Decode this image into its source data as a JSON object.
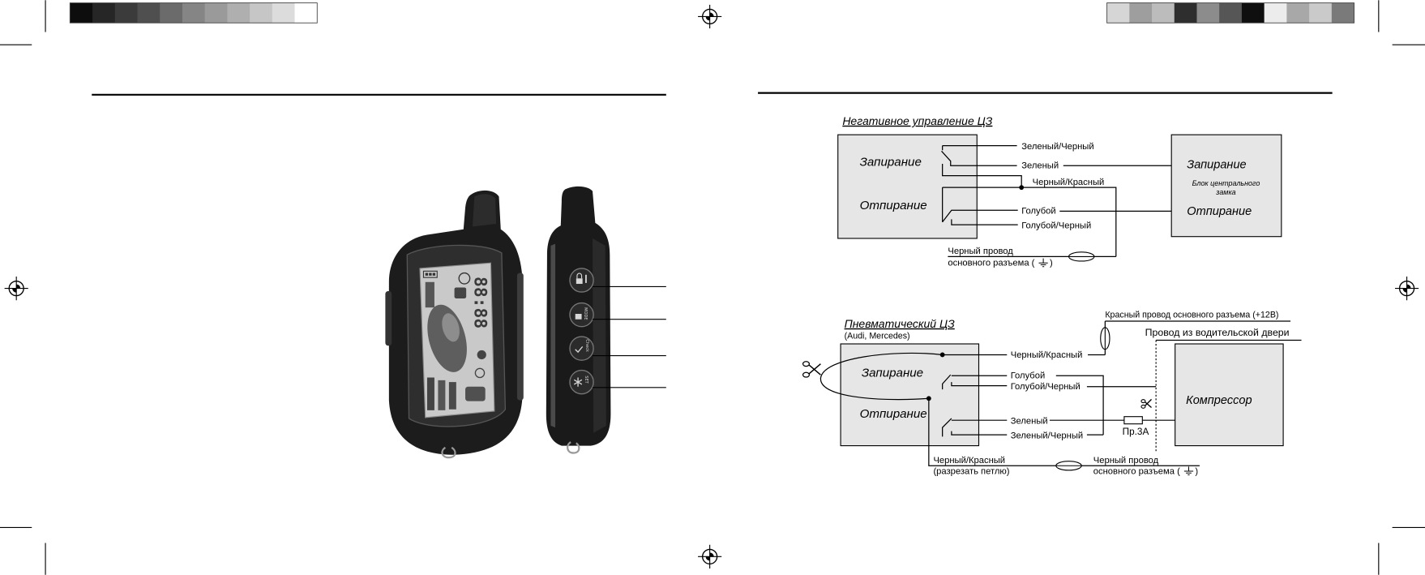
{
  "color_bars": {
    "left": [
      "#0d0d0d",
      "#262626",
      "#3b3b3b",
      "#4f4f4f",
      "#6b6b6b",
      "#858585",
      "#9a9a9a",
      "#afafaf",
      "#c6c6c6",
      "#dcdcdc",
      "#ffffff"
    ],
    "right": [
      "#d6d6d6",
      "#9e9e9e",
      "#bcbcbc",
      "#2e2e2e",
      "#8c8c8c",
      "#565656",
      "#0f0f0f",
      "#ececec",
      "#a8a8a8",
      "#cacaca",
      "#7a7a7a"
    ]
  },
  "remote": {
    "lcd_digits": "88:88",
    "button_labels": {
      "mode": "MODE",
      "check": "Check",
      "set": "SET"
    },
    "button_icons": [
      "lock-icon",
      "unlock-icon",
      "check-icon",
      "asterisk-icon"
    ]
  },
  "negative_diagram": {
    "title": "Негативное управление ЦЗ",
    "relay_box": {
      "lock": "Запирание",
      "unlock": "Отпирание"
    },
    "wires": {
      "green_black": "Зеленый/Черный",
      "green": "Зеленый",
      "black_red": "Черный/Красный",
      "blue": "Голубой",
      "blue_black": "Голубой/Черный"
    },
    "central_lock_unit": {
      "lock": "Запирание",
      "name_line1": "Блок центрального",
      "name_line2": "замка",
      "unlock": "Отпирание"
    },
    "ground": {
      "line1": "Черный провод",
      "line2_prefix": "основного разъема (",
      "line2_suffix": ")"
    }
  },
  "pneumatic_diagram": {
    "title": "Пневматический ЦЗ",
    "subtitle": "(Audi, Mercedes)",
    "power_wire": "Красный провод основного разъема (+12В)",
    "door_wire": "Провод из водительской двери",
    "relay_box": {
      "lock": "Запирание",
      "unlock": "Отпирание"
    },
    "wires": {
      "black_red": "Черный/Красный",
      "blue": "Голубой",
      "blue_black": "Голубой/Черный",
      "green": "Зеленый",
      "green_black": "Зеленый/Черный"
    },
    "compressor": "Компрессор",
    "fuse": "Пр.3А",
    "loop": {
      "line1": "Черный/Красный",
      "line2": "(разрезать петлю)"
    },
    "ground": {
      "line1": "Черный провод",
      "line2_prefix": "основного разъема (",
      "line2_suffix": ")"
    },
    "icons": [
      "scissors-icon",
      "fuse-icon",
      "ground-icon"
    ]
  }
}
